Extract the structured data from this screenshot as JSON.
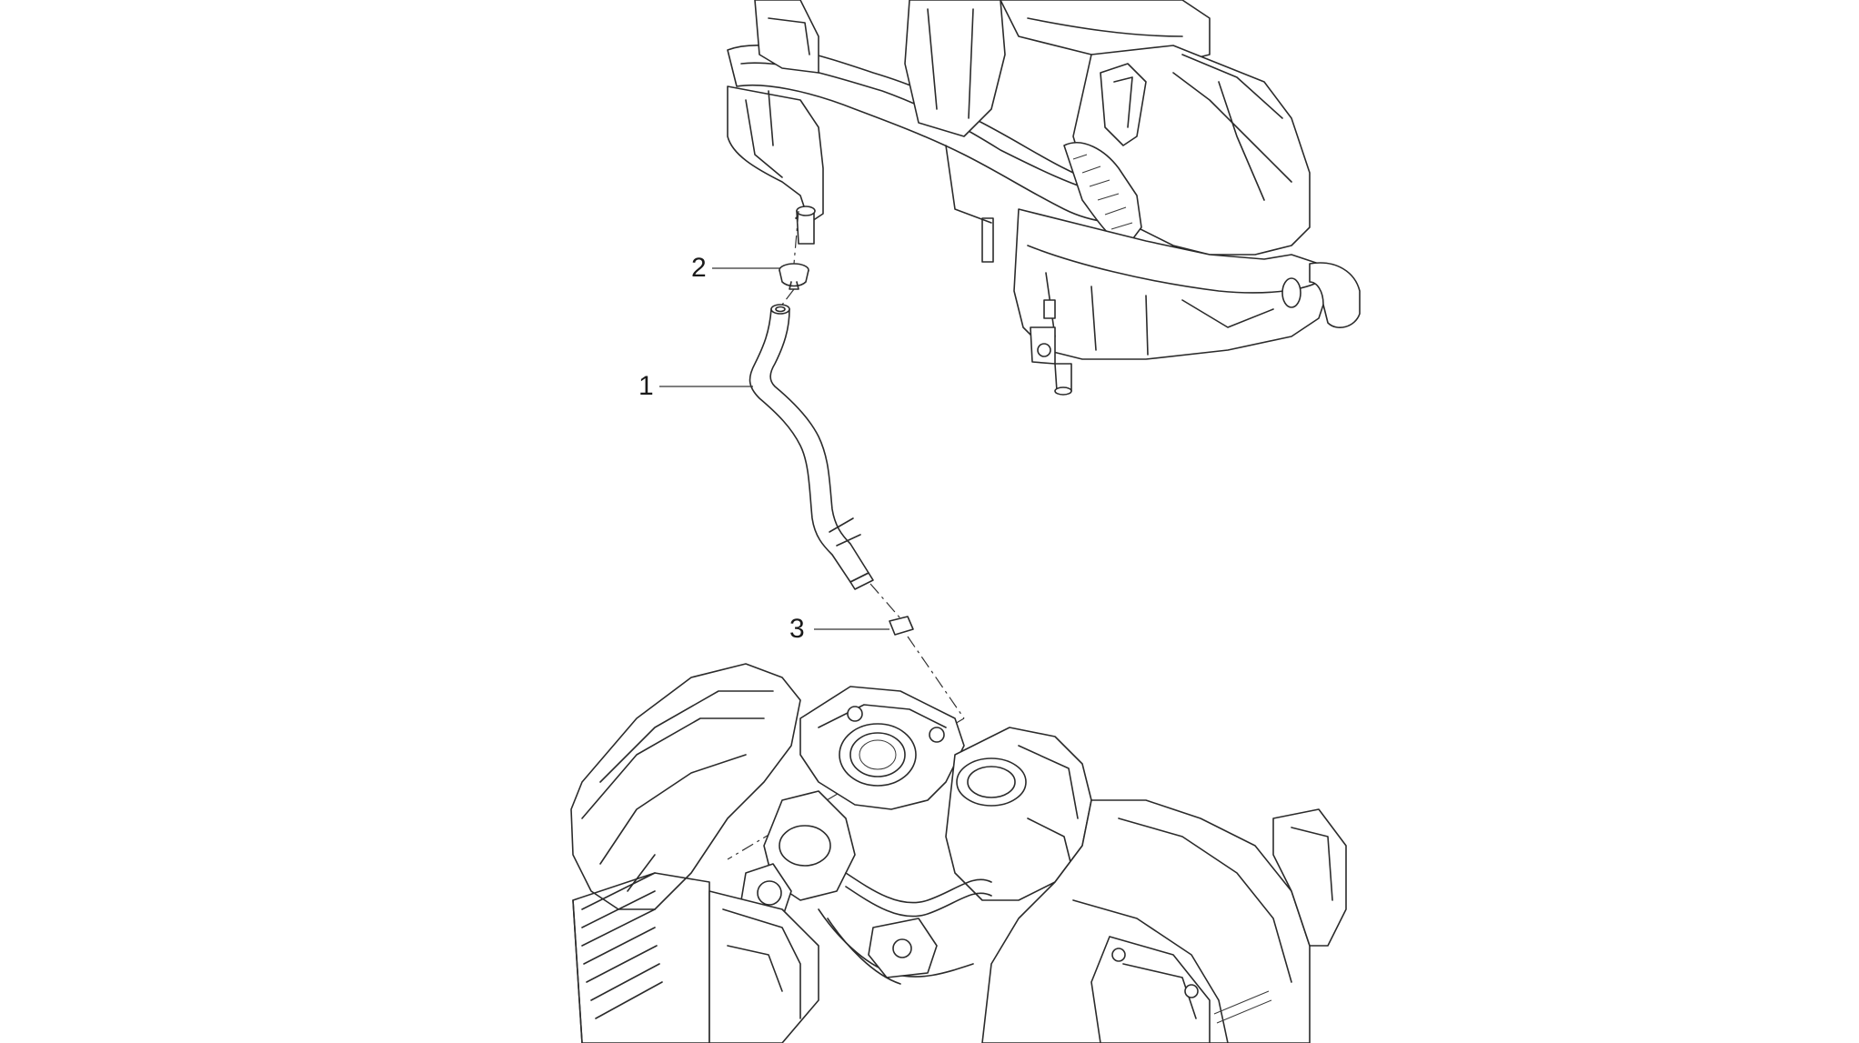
{
  "callouts": [
    {
      "id": "1",
      "label": "1"
    },
    {
      "id": "2",
      "label": "2"
    },
    {
      "id": "3",
      "label": "3"
    }
  ],
  "colors": {
    "line": "#2b2b2b",
    "background": "#ffffff"
  }
}
